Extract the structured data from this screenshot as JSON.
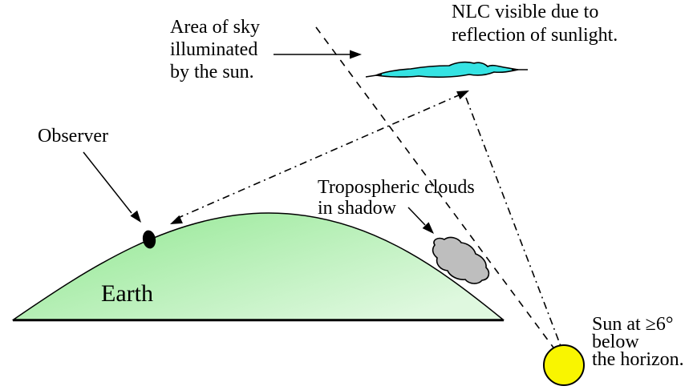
{
  "diagram": {
    "description": "Noctilucent cloud (NLC) visibility geometry diagram",
    "labels": {
      "area_of_sky": "Area of sky\nilluminated\nby the sun.",
      "nlc": "NLC visible due to\nreflection of sunlight.",
      "observer": "Observer",
      "tropospheric": "Tropospheric clouds\nin shadow",
      "earth": "Earth",
      "sun": "Sun at ≥6°\nbelow\nthe horizon."
    },
    "colors": {
      "background": "#FFFFFF",
      "ink": "#000000",
      "nlc_fill": "#35E3E3",
      "sun_fill": "#F9F500",
      "tropo_cloud_fill": "#BEBEBE",
      "earth_dark": "#8FE78F",
      "earth_light": "#DFF8DF"
    }
  }
}
